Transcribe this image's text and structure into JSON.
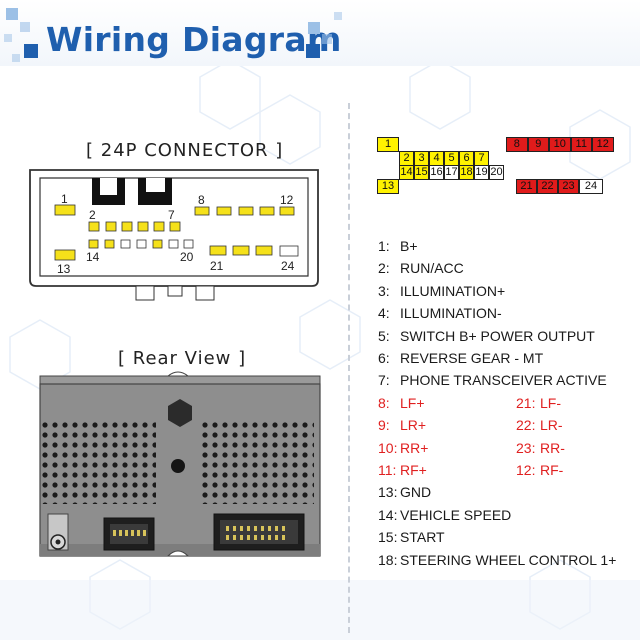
{
  "header": {
    "title": "Wiring Diagram"
  },
  "connector": {
    "heading": "[ 24P CONNECTOR ]",
    "labels": [
      "1",
      "2",
      "7",
      "8",
      "12",
      "13",
      "14",
      "20",
      "21",
      "24"
    ]
  },
  "rear": {
    "heading": "[ Rear View ]"
  },
  "pin_grid": {
    "colors": {
      "yellow": "#fff200",
      "red": "#e01b1b",
      "white": "#ffffff",
      "border": "#222222"
    },
    "row1_left": "1",
    "row1_right": [
      "8",
      "9",
      "10",
      "11",
      "12"
    ],
    "row2": [
      "2",
      "3",
      "4",
      "5",
      "6",
      "7"
    ],
    "row3": [
      "14",
      "15",
      "16",
      "17",
      "18",
      "19",
      "20"
    ],
    "row3_tag": "13",
    "row4_right": [
      "21",
      "22",
      "23"
    ],
    "row4_tag": "24"
  },
  "legend": [
    {
      "num": "1:",
      "text": "B+",
      "red": false
    },
    {
      "num": "2:",
      "text": "RUN/ACC",
      "red": false
    },
    {
      "num": "3:",
      "text": "ILLUMINATION+",
      "red": false
    },
    {
      "num": "4:",
      "text": "ILLUMINATION-",
      "red": false
    },
    {
      "num": "5:",
      "text": "SWITCH B+ POWER OUTPUT",
      "red": false
    },
    {
      "num": "6:",
      "text": "REVERSE GEAR - MT",
      "red": false
    },
    {
      "num": "7:",
      "text": "PHONE TRANSCEIVER ACTIVE",
      "red": false
    },
    {
      "num": "8:",
      "text": "LF+",
      "red": true,
      "num2": "21:",
      "text2": "LF-"
    },
    {
      "num": "9:",
      "text": "LR+",
      "red": true,
      "num2": "22:",
      "text2": "LR-"
    },
    {
      "num": "10:",
      "text": "RR+",
      "red": true,
      "num2": "23:",
      "text2": "RR-"
    },
    {
      "num": "11:",
      "text": "RF+",
      "red": true,
      "num2": "12:",
      "text2": "RF-"
    },
    {
      "num": "13:",
      "text": "GND",
      "red": false
    },
    {
      "num": "14:",
      "text": "VEHICLE SPEED",
      "red": false
    },
    {
      "num": "15:",
      "text": "START",
      "red": false
    },
    {
      "num": "18:",
      "text": "STEERING WHEEL CONTROL 1+",
      "red": false
    }
  ]
}
